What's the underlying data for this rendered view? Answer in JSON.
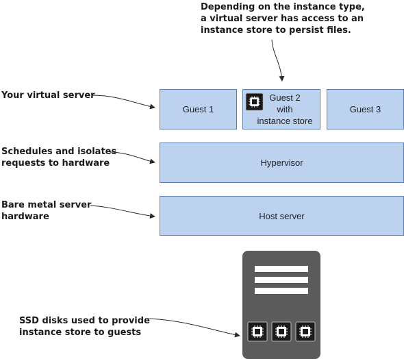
{
  "annotations": {
    "top_note": "Depending on the instance type,\na virtual server has access to an\ninstance store to persist files.",
    "virtual_server": "Your virtual server",
    "schedules": "Schedules and isolates\nrequests to hardware",
    "bare_metal": "Bare metal server\nhardware",
    "ssd": "SSD disks used to provide\ninstance store to guests"
  },
  "boxes": {
    "guest1": "Guest 1",
    "guest2_line1": "Guest 2",
    "guest2_line2": "with",
    "guest2_line3": "instance store",
    "guest3": "Guest 3",
    "hypervisor": "Hypervisor",
    "host": "Host server"
  },
  "colors": {
    "box_fill": "#bcd2ef",
    "box_border": "#5d7fae",
    "server_body": "#5b5b5b",
    "chip_fill": "#1b1b1b"
  },
  "icons": {
    "chip": "chip-icon",
    "server": "server-icon"
  }
}
